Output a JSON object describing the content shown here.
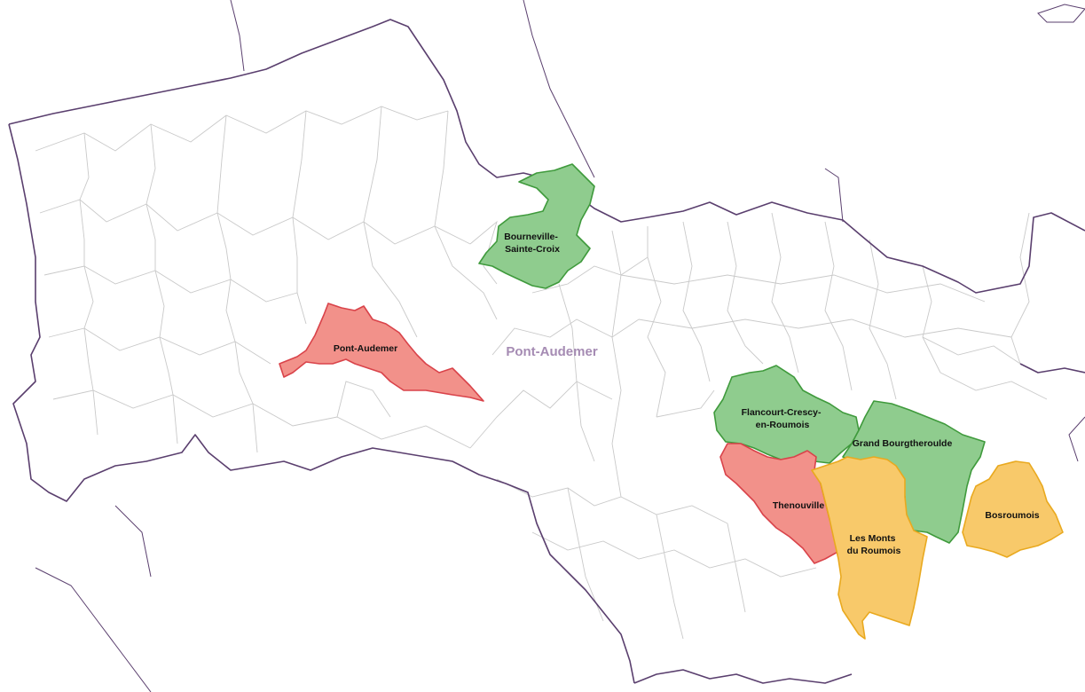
{
  "map": {
    "region_label": "Pont-Audemer",
    "colors": {
      "green": "#8fcc8e",
      "green_stroke": "#3f9a3c",
      "red": "#f2918a",
      "red_stroke": "#d9434a",
      "orange": "#f8c96a",
      "orange_stroke": "#e9a91f",
      "border": "#5a3f6e",
      "commune_line": "#c9c9c9",
      "region_label": "#a58bb3"
    },
    "communes": [
      {
        "lines": [
          "Bourneville-",
          "Sainte-Croix"
        ],
        "category": "green"
      },
      {
        "lines": [
          "Pont-Audemer"
        ],
        "category": "red"
      },
      {
        "lines": [
          "Flancourt-Crescy-",
          "en-Roumois"
        ],
        "category": "green"
      },
      {
        "lines": [
          "Grand Bourgtheroulde"
        ],
        "category": "green"
      },
      {
        "lines": [
          "Thenouville"
        ],
        "category": "red"
      },
      {
        "lines": [
          "Les Monts",
          "du Roumois"
        ],
        "category": "orange"
      },
      {
        "lines": [
          "Bosroumois"
        ],
        "category": "orange"
      }
    ]
  }
}
